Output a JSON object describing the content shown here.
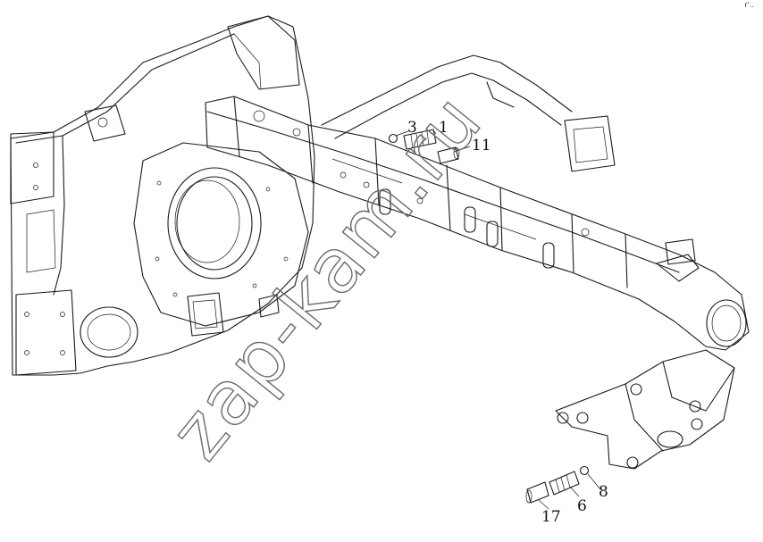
{
  "watermark": "zap-kam.ru",
  "corner_mark": "r'..",
  "callouts": {
    "c1": "1",
    "c3": "3",
    "c11": "11",
    "c17": "17",
    "c6": "6",
    "c8": "8"
  }
}
